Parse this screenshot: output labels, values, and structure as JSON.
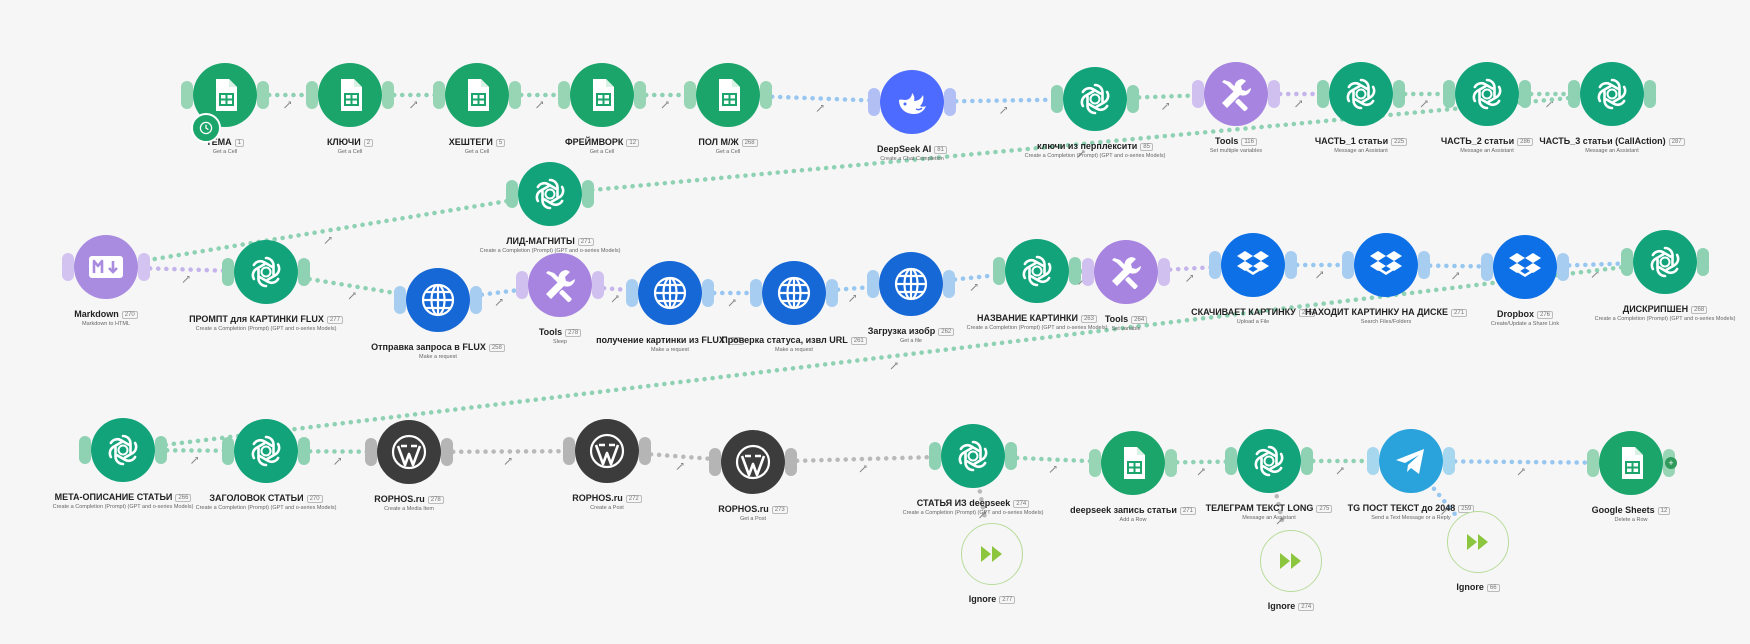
{
  "colors": {
    "sheets": "#1ba56b",
    "openai": "#12a37a",
    "deepseek": "#4d6bfe",
    "tools": "#a784e0",
    "http": "#1668d6",
    "markdown": "#a98be0",
    "wordpress": "#3c3c3c",
    "dropbox": "#0d70e6",
    "telegram": "#2aa3dc",
    "link_green": "#8fd2b3",
    "link_purple": "#c5b3ec",
    "link_blue": "#97c7f0",
    "link_grey": "#b9b9b9"
  },
  "nodes": [
    {
      "id": "tema",
      "app": "sheets",
      "icon": "sheets-icon",
      "title": "ТЕМА",
      "badge": "1",
      "sub": "Get a Cell"
    },
    {
      "id": "klyuchi",
      "app": "sheets",
      "icon": "sheets-icon",
      "title": "КЛЮЧИ",
      "badge": "2",
      "sub": "Get a Cell"
    },
    {
      "id": "heshtegi",
      "app": "sheets",
      "icon": "sheets-icon",
      "title": "ХЕШТЕГИ",
      "badge": "5",
      "sub": "Get a Cell"
    },
    {
      "id": "freymvork",
      "app": "sheets",
      "icon": "sheets-icon",
      "title": "ФРЕЙМВОРК",
      "badge": "12",
      "sub": "Get a Cell"
    },
    {
      "id": "polmzh",
      "app": "sheets",
      "icon": "sheets-icon",
      "title": "ПОЛ М/Ж",
      "badge": "268",
      "sub": "Get a Cell"
    },
    {
      "id": "deepseek",
      "app": "deepseek",
      "icon": "deepseek-whale-icon",
      "title": "DeepSeek AI",
      "badge": "81",
      "sub": "Create a Chat Completion"
    },
    {
      "id": "klyuchi_perp",
      "app": "openai",
      "icon": "openai-icon",
      "title": "ключи из перплексити",
      "badge": "85",
      "sub": "Create a Completion (Prompt) (GPT and o-series Models)"
    },
    {
      "id": "tools1",
      "app": "tools",
      "icon": "tools-icon",
      "title": "Tools",
      "badge": "116",
      "sub": "Set multiple variables"
    },
    {
      "id": "chast1",
      "app": "openai",
      "icon": "openai-icon",
      "title": "ЧАСТЬ_1 статьи",
      "badge": "225",
      "sub": "Message an Assistant"
    },
    {
      "id": "chast2",
      "app": "openai",
      "icon": "openai-icon",
      "title": "ЧАСТЬ_2 статьи",
      "badge": "286",
      "sub": "Message an Assistant"
    },
    {
      "id": "chast3",
      "app": "openai",
      "icon": "openai-icon",
      "title": "ЧАСТЬ_3 статьи (CallAction)",
      "badge": "287",
      "sub": "Message an Assistant"
    },
    {
      "id": "lid",
      "app": "openai",
      "icon": "openai-icon",
      "title": "ЛИД-МАГНИТЫ",
      "badge": "271",
      "sub": "Create a Completion (Prompt) (GPT and o-series Models)"
    },
    {
      "id": "markdown",
      "app": "markdown",
      "icon": "markdown-icon",
      "title": "Markdown",
      "badge": "270",
      "sub": "Markdown to HTML"
    },
    {
      "id": "prompt_flux",
      "app": "openai",
      "icon": "openai-icon",
      "title": "ПРОМПТ для КАРТИНКИ FLUX",
      "badge": "277",
      "sub": "Create a Completion (Prompt) (GPT and o-series Models)"
    },
    {
      "id": "otpravka",
      "app": "http",
      "icon": "globe-icon",
      "title": "Отправка запроса в FLUX",
      "badge": "258",
      "sub": "Make a request"
    },
    {
      "id": "tools2",
      "app": "tools",
      "icon": "tools-icon",
      "title": "Tools",
      "badge": "278",
      "sub": "Sleep"
    },
    {
      "id": "poluchenie",
      "app": "http",
      "icon": "globe-icon",
      "title": "получение картинки из FLUX",
      "badge": "281",
      "sub": "Make a request"
    },
    {
      "id": "proverka",
      "app": "http",
      "icon": "globe-icon",
      "title": "Проверка статуса, извл URL",
      "badge": "261",
      "sub": "Make a request"
    },
    {
      "id": "zagruzka",
      "app": "http",
      "icon": "globe-icon",
      "title": "Загрузка изобр",
      "badge": "262",
      "sub": "Get a file"
    },
    {
      "id": "nazvanie",
      "app": "openai",
      "icon": "openai-icon",
      "title": "НАЗВАНИЕ КАРТИНКИ",
      "badge": "263",
      "sub": "Create a Completion (Prompt) (GPT and o-series Models)"
    },
    {
      "id": "tools3",
      "app": "tools",
      "icon": "tools-icon",
      "title": "Tools",
      "badge": "264",
      "sub": "Set variable"
    },
    {
      "id": "skachivaet",
      "app": "dropbox",
      "icon": "dropbox-icon",
      "title": "СКАЧИВАЕТ КАРТИНКУ",
      "badge": "265",
      "sub": "Upload a File"
    },
    {
      "id": "nahodit",
      "app": "dropbox",
      "icon": "dropbox-icon",
      "title": "НАХОДИТ КАРТИНКУ НА ДИСКЕ",
      "badge": "271",
      "sub": "Search Files/Folders"
    },
    {
      "id": "dropbox",
      "app": "dropbox",
      "icon": "dropbox-icon",
      "title": "Dropbox",
      "badge": "276",
      "sub": "Create/Update a Share Link"
    },
    {
      "id": "diskripshen",
      "app": "openai",
      "icon": "openai-icon",
      "title": "ДИСКРИПШЕН",
      "badge": "268",
      "sub": "Create a Completion (Prompt) (GPT and o-series Models)"
    },
    {
      "id": "meta",
      "app": "openai",
      "icon": "openai-icon",
      "title": "МЕТА-ОПИСАНИЕ СТАТЬИ",
      "badge": "266",
      "sub": "Create a Completion (Prompt) (GPT and o-series Models)"
    },
    {
      "id": "zagolovok",
      "app": "openai",
      "icon": "openai-icon",
      "title": "ЗАГОЛОВОК СТАТЬИ",
      "badge": "270",
      "sub": "Create a Completion (Prompt) (GPT and o-series Models)"
    },
    {
      "id": "rophos1",
      "app": "wordpress",
      "icon": "wordpress-icon",
      "title": "ROPHOS.ru",
      "badge": "278",
      "sub": "Create a Media Item"
    },
    {
      "id": "rophos2",
      "app": "wordpress",
      "icon": "wordpress-icon",
      "title": "ROPHOS.ru",
      "badge": "272",
      "sub": "Create a Post"
    },
    {
      "id": "rophos3",
      "app": "wordpress",
      "icon": "wordpress-icon",
      "title": "ROPHOS.ru",
      "badge": "273",
      "sub": "Get a Post"
    },
    {
      "id": "statya_ds",
      "app": "openai",
      "icon": "openai-icon",
      "title": "СТАТЬЯ ИЗ deepseek",
      "badge": "274",
      "sub": "Create a Completion (Prompt) (GPT and o-series Models)"
    },
    {
      "id": "ds_zapis",
      "app": "sheets",
      "icon": "sheets-icon",
      "title": "deepseek запись статьи",
      "badge": "271",
      "sub": "Add a Row"
    },
    {
      "id": "telegram_text",
      "app": "openai",
      "icon": "openai-icon",
      "title": "ТЕЛЕГРАМ ТЕКСТ LONG",
      "badge": "275",
      "sub": "Message an Assistant"
    },
    {
      "id": "tg_post",
      "app": "telegram",
      "icon": "telegram-icon",
      "title": "TG ПОСТ ТЕКСТ до 2048",
      "badge": "259",
      "sub": "Send a Text Message or a Reply"
    },
    {
      "id": "gsheets",
      "app": "sheets",
      "icon": "sheets-icon",
      "title": "Google Sheets",
      "badge": "12",
      "sub": "Delete a Row"
    }
  ],
  "ignores": [
    {
      "id": "ignore1",
      "icon": "fast-forward-icon",
      "title": "Ignore",
      "badge": "277"
    },
    {
      "id": "ignore2",
      "icon": "fast-forward-icon",
      "title": "Ignore",
      "badge": "274"
    },
    {
      "id": "ignore3",
      "icon": "fast-forward-icon",
      "title": "Ignore",
      "badge": "66"
    }
  ],
  "trigger": {
    "icon": "clock-icon"
  },
  "add_module": {
    "icon": "plus-icon",
    "label": "+"
  },
  "links": [
    {
      "from": "tema",
      "to": "klyuchi",
      "style": "link_green"
    },
    {
      "from": "klyuchi",
      "to": "heshtegi",
      "style": "link_green"
    },
    {
      "from": "heshtegi",
      "to": "freymvork",
      "style": "link_green"
    },
    {
      "from": "freymvork",
      "to": "polmzh",
      "style": "link_green"
    },
    {
      "from": "polmzh",
      "to": "deepseek",
      "style": "link_blue"
    },
    {
      "from": "deepseek",
      "to": "klyuchi_perp",
      "style": "link_blue"
    },
    {
      "from": "klyuchi_perp",
      "to": "tools1",
      "style": "link_green"
    },
    {
      "from": "tools1",
      "to": "chast1",
      "style": "link_purple"
    },
    {
      "from": "chast1",
      "to": "chast2",
      "style": "link_green"
    },
    {
      "from": "chast2",
      "to": "chast3",
      "style": "link_green"
    },
    {
      "from": "chast3",
      "to": "lid",
      "style": "link_green"
    },
    {
      "from": "lid",
      "to": "markdown",
      "style": "link_green"
    },
    {
      "from": "markdown",
      "to": "prompt_flux",
      "style": "link_purple"
    },
    {
      "from": "prompt_flux",
      "to": "otpravka",
      "style": "link_green"
    },
    {
      "from": "otpravka",
      "to": "tools2",
      "style": "link_blue"
    },
    {
      "from": "tools2",
      "to": "poluchenie",
      "style": "link_purple"
    },
    {
      "from": "poluchenie",
      "to": "proverka",
      "style": "link_blue"
    },
    {
      "from": "proverka",
      "to": "zagruzka",
      "style": "link_blue"
    },
    {
      "from": "zagruzka",
      "to": "nazvanie",
      "style": "link_blue"
    },
    {
      "from": "nazvanie",
      "to": "tools3",
      "style": "link_green"
    },
    {
      "from": "tools3",
      "to": "skachivaet",
      "style": "link_purple"
    },
    {
      "from": "skachivaet",
      "to": "nahodit",
      "style": "link_blue"
    },
    {
      "from": "nahodit",
      "to": "dropbox",
      "style": "link_blue"
    },
    {
      "from": "dropbox",
      "to": "diskripshen",
      "style": "link_blue"
    },
    {
      "from": "diskripshen",
      "to": "meta",
      "style": "link_green"
    },
    {
      "from": "meta",
      "to": "zagolovok",
      "style": "link_green"
    },
    {
      "from": "zagolovok",
      "to": "rophos1",
      "style": "link_green"
    },
    {
      "from": "rophos1",
      "to": "rophos2",
      "style": "link_grey"
    },
    {
      "from": "rophos2",
      "to": "rophos3",
      "style": "link_grey"
    },
    {
      "from": "rophos3",
      "to": "statya_ds",
      "style": "link_grey"
    },
    {
      "from": "statya_ds",
      "to": "ds_zapis",
      "style": "link_green"
    },
    {
      "from": "ds_zapis",
      "to": "telegram_text",
      "style": "link_green"
    },
    {
      "from": "telegram_text",
      "to": "tg_post",
      "style": "link_green"
    },
    {
      "from": "tg_post",
      "to": "gsheets",
      "style": "link_blue"
    },
    {
      "from": "statya_ds",
      "to": "ignore1",
      "style": "link_grey"
    },
    {
      "from": "telegram_text",
      "to": "ignore2",
      "style": "link_grey"
    },
    {
      "from": "tg_post",
      "to": "ignore3",
      "style": "link_blue"
    }
  ]
}
